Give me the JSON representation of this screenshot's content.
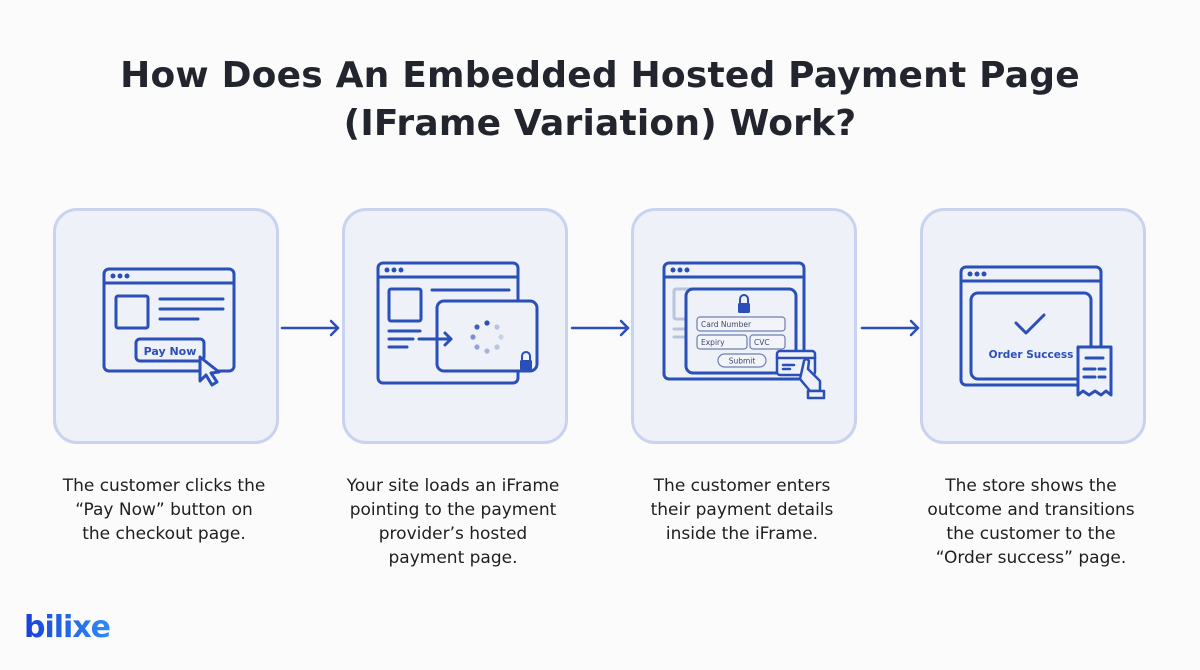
{
  "title": {
    "line1": "How Does An Embedded Hosted Payment Page",
    "line2": "(IFrame Variation) Work?"
  },
  "colors": {
    "accent": "#2a4fb8",
    "card_bg": "#eef1f7",
    "card_border": "#c9d3f0",
    "title": "#22252e"
  },
  "steps": [
    {
      "icon": "browser-pay-now-click-icon",
      "button_label": "Pay Now",
      "caption_lines": [
        "The customer clicks the",
        "“Pay Now” button on",
        "the checkout page."
      ]
    },
    {
      "icon": "browser-iframe-loading-icon",
      "caption_lines": [
        "Your site loads an iFrame",
        "pointing to the payment",
        "provider’s hosted",
        "payment page."
      ]
    },
    {
      "icon": "iframe-card-form-icon",
      "field_card_number": "Card Number",
      "field_expiry": "Expiry",
      "field_cvc": "CVC",
      "submit_label": "Submit",
      "caption_lines": [
        "The customer enters",
        "their payment details",
        "inside the iFrame."
      ]
    },
    {
      "icon": "order-success-receipt-icon",
      "status_label": "Order Success",
      "caption_lines": [
        "The store shows the",
        "outcome and transitions",
        "the customer to the",
        "“Order success” page."
      ]
    }
  ],
  "arrows": [
    "right-arrow",
    "right-arrow",
    "right-arrow"
  ],
  "logo": {
    "text": "bilixe"
  }
}
